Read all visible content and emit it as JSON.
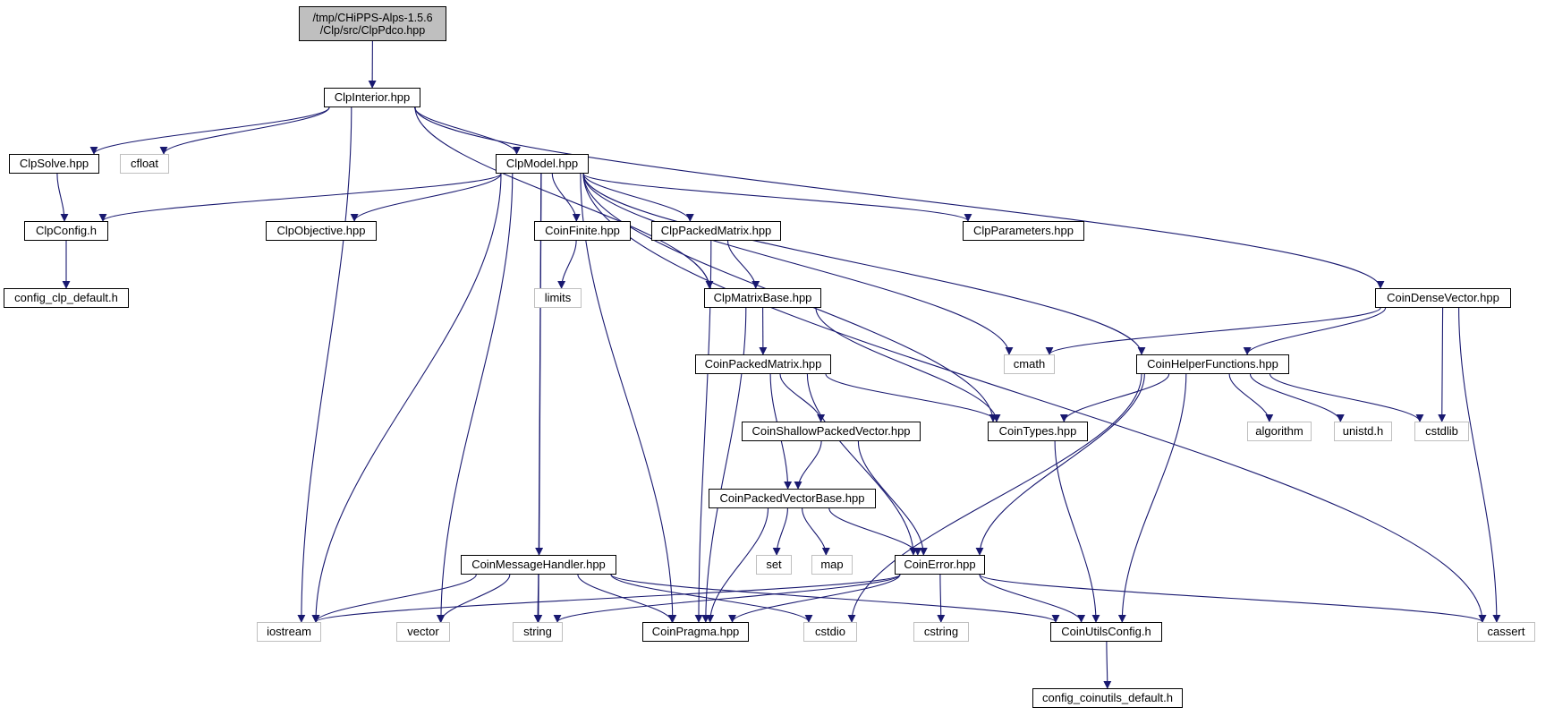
{
  "root_file": {
    "label_line1": "/tmp/CHiPPS-Alps-1.5.6",
    "label_line2": "/Clp/src/ClpPdco.hpp"
  },
  "nodes": {
    "ClpInterior": "ClpInterior.hpp",
    "ClpSolve": "ClpSolve.hpp",
    "cfloat": "cfloat",
    "ClpModel": "ClpModel.hpp",
    "ClpConfig": "ClpConfig.h",
    "config_clp_default": "config_clp_default.h",
    "ClpObjective": "ClpObjective.hpp",
    "CoinFinite": "CoinFinite.hpp",
    "limits": "limits",
    "ClpPackedMatrix": "ClpPackedMatrix.hpp",
    "ClpParameters": "ClpParameters.hpp",
    "ClpMatrixBase": "ClpMatrixBase.hpp",
    "CoinDenseVector": "CoinDenseVector.hpp",
    "CoinPackedMatrix": "CoinPackedMatrix.hpp",
    "cmath": "cmath",
    "CoinHelperFunctions": "CoinHelperFunctions.hpp",
    "CoinShallowPackedVector": "CoinShallowPackedVector.hpp",
    "CoinTypes": "CoinTypes.hpp",
    "algorithm": "algorithm",
    "unistd": "unistd.h",
    "cstdlib": "cstdlib",
    "CoinPackedVectorBase": "CoinPackedVectorBase.hpp",
    "CoinMessageHandler": "CoinMessageHandler.hpp",
    "set": "set",
    "map": "map",
    "CoinError": "CoinError.hpp",
    "iostream": "iostream",
    "vector": "vector",
    "string": "string",
    "CoinPragma": "CoinPragma.hpp",
    "cstdio": "cstdio",
    "cstring": "cstring",
    "CoinUtilsConfig": "CoinUtilsConfig.h",
    "cassert": "cassert",
    "config_coinutils_default": "config_coinutils_default.h"
  },
  "edges": [
    [
      "root",
      "ClpInterior"
    ],
    [
      "ClpInterior",
      "ClpSolve"
    ],
    [
      "ClpInterior",
      "cfloat"
    ],
    [
      "ClpInterior",
      "ClpModel"
    ],
    [
      "ClpInterior",
      "iostream"
    ],
    [
      "ClpInterior",
      "ClpMatrixBase"
    ],
    [
      "ClpInterior",
      "CoinDenseVector"
    ],
    [
      "ClpSolve",
      "ClpConfig"
    ],
    [
      "ClpConfig",
      "config_clp_default"
    ],
    [
      "ClpModel",
      "ClpConfig"
    ],
    [
      "ClpModel",
      "ClpObjective"
    ],
    [
      "ClpModel",
      "CoinFinite"
    ],
    [
      "ClpModel",
      "ClpPackedMatrix"
    ],
    [
      "ClpModel",
      "ClpParameters"
    ],
    [
      "ClpModel",
      "CoinTypes"
    ],
    [
      "ClpModel",
      "cmath"
    ],
    [
      "ClpModel",
      "CoinHelperFunctions"
    ],
    [
      "ClpModel",
      "cassert"
    ],
    [
      "ClpModel",
      "iostream"
    ],
    [
      "ClpModel",
      "vector"
    ],
    [
      "ClpModel",
      "string"
    ],
    [
      "ClpModel",
      "CoinMessageHandler"
    ],
    [
      "ClpModel",
      "CoinPragma"
    ],
    [
      "CoinFinite",
      "limits"
    ],
    [
      "ClpPackedMatrix",
      "ClpMatrixBase"
    ],
    [
      "ClpPackedMatrix",
      "CoinPragma"
    ],
    [
      "ClpMatrixBase",
      "CoinPackedMatrix"
    ],
    [
      "ClpMatrixBase",
      "CoinTypes"
    ],
    [
      "ClpMatrixBase",
      "CoinPragma"
    ],
    [
      "CoinPackedMatrix",
      "CoinShallowPackedVector"
    ],
    [
      "CoinPackedMatrix",
      "CoinTypes"
    ],
    [
      "CoinPackedMatrix",
      "CoinPackedVectorBase"
    ],
    [
      "CoinPackedMatrix",
      "CoinError"
    ],
    [
      "CoinShallowPackedVector",
      "CoinPackedVectorBase"
    ],
    [
      "CoinShallowPackedVector",
      "CoinError"
    ],
    [
      "CoinPackedVectorBase",
      "set"
    ],
    [
      "CoinPackedVectorBase",
      "map"
    ],
    [
      "CoinPackedVectorBase",
      "CoinError"
    ],
    [
      "CoinPackedVectorBase",
      "CoinPragma"
    ],
    [
      "CoinDenseVector",
      "cmath"
    ],
    [
      "CoinDenseVector",
      "CoinHelperFunctions"
    ],
    [
      "CoinDenseVector",
      "cstdlib"
    ],
    [
      "CoinDenseVector",
      "cassert"
    ],
    [
      "CoinHelperFunctions",
      "CoinTypes"
    ],
    [
      "CoinHelperFunctions",
      "algorithm"
    ],
    [
      "CoinHelperFunctions",
      "unistd"
    ],
    [
      "CoinHelperFunctions",
      "cstdlib"
    ],
    [
      "CoinHelperFunctions",
      "CoinError"
    ],
    [
      "CoinHelperFunctions",
      "cstdio"
    ],
    [
      "CoinHelperFunctions",
      "CoinUtilsConfig"
    ],
    [
      "CoinTypes",
      "CoinUtilsConfig"
    ],
    [
      "CoinMessageHandler",
      "iostream"
    ],
    [
      "CoinMessageHandler",
      "vector"
    ],
    [
      "CoinMessageHandler",
      "string"
    ],
    [
      "CoinMessageHandler",
      "CoinPragma"
    ],
    [
      "CoinMessageHandler",
      "cstdio"
    ],
    [
      "CoinMessageHandler",
      "CoinUtilsConfig"
    ],
    [
      "CoinError",
      "iostream"
    ],
    [
      "CoinError",
      "string"
    ],
    [
      "CoinError",
      "CoinPragma"
    ],
    [
      "CoinError",
      "cstring"
    ],
    [
      "CoinError",
      "CoinUtilsConfig"
    ],
    [
      "CoinError",
      "cassert"
    ],
    [
      "CoinUtilsConfig",
      "config_coinutils_default"
    ]
  ]
}
